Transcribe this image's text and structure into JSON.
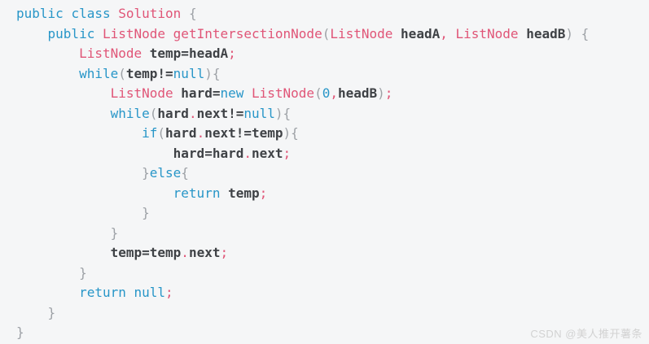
{
  "colors": {
    "background": "#f5f6f7",
    "keyword_blue": "#2896c8",
    "classname_pink": "#e05577",
    "identifier_dark": "#3f4246",
    "bracket_gray": "#9da1a6",
    "watermark_gray": "#d2d2d2"
  },
  "code": {
    "indent_spaces": 4,
    "lines": [
      {
        "indent": 0,
        "tokens": [
          [
            "kw",
            "public "
          ],
          [
            "kw",
            "class "
          ],
          [
            "cls",
            "Solution "
          ],
          [
            "br",
            "{"
          ]
        ]
      },
      {
        "indent": 1,
        "tokens": [
          [
            "kw",
            "public "
          ],
          [
            "cls",
            "ListNode "
          ],
          [
            "cls",
            "getIntersectionNode"
          ],
          [
            "br",
            "("
          ],
          [
            "cls",
            "ListNode "
          ],
          [
            "id",
            "headA"
          ],
          [
            "pn",
            ", "
          ],
          [
            "cls",
            "ListNode "
          ],
          [
            "id",
            "headB"
          ],
          [
            "br",
            ") "
          ],
          [
            "br",
            "{"
          ]
        ]
      },
      {
        "indent": 2,
        "tokens": [
          [
            "cls",
            "ListNode "
          ],
          [
            "id",
            "temp"
          ],
          [
            "op",
            "="
          ],
          [
            "id",
            "headA"
          ],
          [
            "pn",
            ";"
          ]
        ]
      },
      {
        "indent": 2,
        "tokens": [
          [
            "kw",
            "while"
          ],
          [
            "br",
            "("
          ],
          [
            "id",
            "temp"
          ],
          [
            "op",
            "!="
          ],
          [
            "kw",
            "null"
          ],
          [
            "br",
            ")"
          ],
          [
            "br",
            "{"
          ]
        ]
      },
      {
        "indent": 3,
        "tokens": [
          [
            "cls",
            "ListNode "
          ],
          [
            "id",
            "hard"
          ],
          [
            "op",
            "="
          ],
          [
            "kw",
            "new "
          ],
          [
            "cls",
            "ListNode"
          ],
          [
            "br",
            "("
          ],
          [
            "num",
            "0"
          ],
          [
            "pn",
            ","
          ],
          [
            "id",
            "headB"
          ],
          [
            "br",
            ")"
          ],
          [
            "pn",
            ";"
          ]
        ]
      },
      {
        "indent": 3,
        "tokens": [
          [
            "kw",
            "while"
          ],
          [
            "br",
            "("
          ],
          [
            "id",
            "hard"
          ],
          [
            "pn",
            "."
          ],
          [
            "id",
            "next"
          ],
          [
            "op",
            "!="
          ],
          [
            "kw",
            "null"
          ],
          [
            "br",
            ")"
          ],
          [
            "br",
            "{"
          ]
        ]
      },
      {
        "indent": 4,
        "tokens": [
          [
            "kw",
            "if"
          ],
          [
            "br",
            "("
          ],
          [
            "id",
            "hard"
          ],
          [
            "pn",
            "."
          ],
          [
            "id",
            "next"
          ],
          [
            "op",
            "!="
          ],
          [
            "id",
            "temp"
          ],
          [
            "br",
            ")"
          ],
          [
            "br",
            "{"
          ]
        ]
      },
      {
        "indent": 5,
        "tokens": [
          [
            "id",
            "hard"
          ],
          [
            "op",
            "="
          ],
          [
            "id",
            "hard"
          ],
          [
            "pn",
            "."
          ],
          [
            "id",
            "next"
          ],
          [
            "pn",
            ";"
          ]
        ]
      },
      {
        "indent": 4,
        "tokens": [
          [
            "br",
            "}"
          ],
          [
            "kw",
            "else"
          ],
          [
            "br",
            "{"
          ]
        ]
      },
      {
        "indent": 5,
        "tokens": [
          [
            "kw",
            "return "
          ],
          [
            "id",
            "temp"
          ],
          [
            "pn",
            ";"
          ]
        ]
      },
      {
        "indent": 4,
        "tokens": [
          [
            "br",
            "}"
          ]
        ]
      },
      {
        "indent": 3,
        "tokens": [
          [
            "br",
            "}"
          ]
        ]
      },
      {
        "indent": 3,
        "tokens": [
          [
            "id",
            "temp"
          ],
          [
            "op",
            "="
          ],
          [
            "id",
            "temp"
          ],
          [
            "pn",
            "."
          ],
          [
            "id",
            "next"
          ],
          [
            "pn",
            ";"
          ]
        ]
      },
      {
        "indent": 2,
        "tokens": [
          [
            "br",
            "}"
          ]
        ]
      },
      {
        "indent": 2,
        "tokens": [
          [
            "kw",
            "return "
          ],
          [
            "kw",
            "null"
          ],
          [
            "pn",
            ";"
          ]
        ]
      },
      {
        "indent": 1,
        "tokens": [
          [
            "br",
            "}"
          ]
        ]
      },
      {
        "indent": 0,
        "tokens": [
          [
            "br",
            "}"
          ]
        ]
      }
    ]
  },
  "watermark": {
    "text": "CSDN @美人推开薯条"
  }
}
